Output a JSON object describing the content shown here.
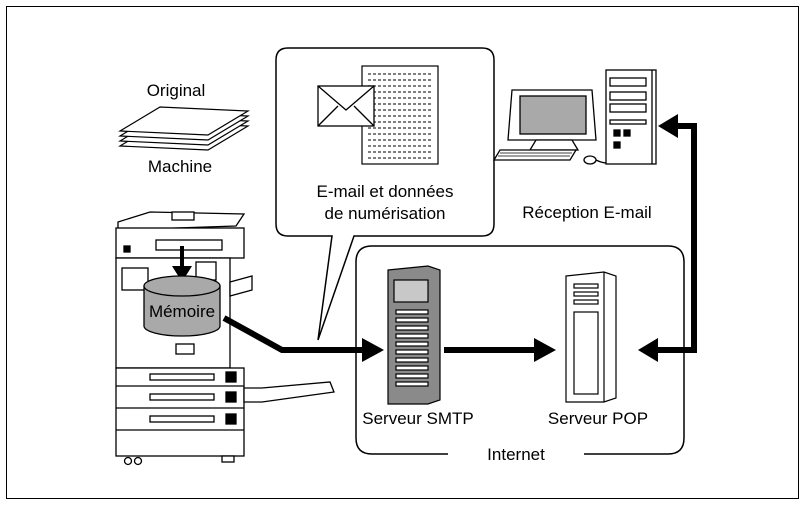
{
  "labels": {
    "original": "Original",
    "machine": "Machine",
    "memory": "Mémoire",
    "email_data_line1": "E-mail et données",
    "email_data_line2": "de numérisation",
    "email_reception": "Réception E-mail",
    "smtp_server": "Serveur SMTP",
    "pop_server": "Serveur POP",
    "internet": "Internet"
  },
  "icons": [
    "paper-stack-icon",
    "copier-machine-icon",
    "memory-cylinder-icon",
    "envelope-icon",
    "scanned-document-icon",
    "smtp-server-tower-icon",
    "pop-server-tower-icon",
    "desktop-computer-icon"
  ],
  "colors": {
    "line": "#000000",
    "server_dark": "#8a8a8a",
    "fill": "#ffffff"
  }
}
